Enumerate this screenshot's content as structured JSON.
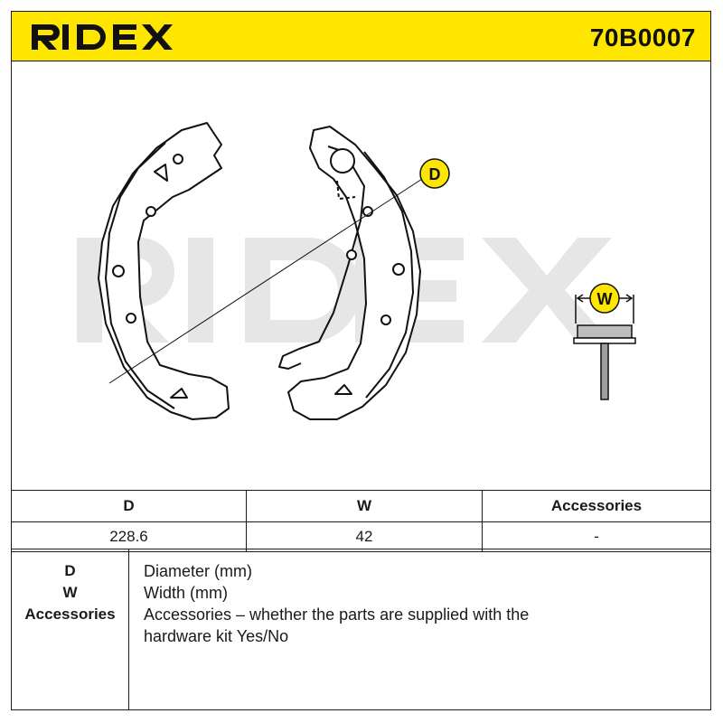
{
  "header": {
    "brand": "RIDEX",
    "part_number": "70B0007",
    "accent_color": "#ffe600"
  },
  "drawing": {
    "watermark": "RIDEX",
    "dimension_labels": {
      "d": "D",
      "w": "W"
    }
  },
  "spec_table": {
    "columns": [
      "D",
      "W",
      "Accessories"
    ],
    "values": [
      "228.6",
      "42",
      "-"
    ]
  },
  "legend": {
    "keys": [
      "D",
      "W",
      "Accessories"
    ],
    "descriptions": [
      "Diameter (mm)",
      "Width (mm)",
      "Accessories – whether the parts are supplied with the hardware kit Yes/No"
    ]
  }
}
